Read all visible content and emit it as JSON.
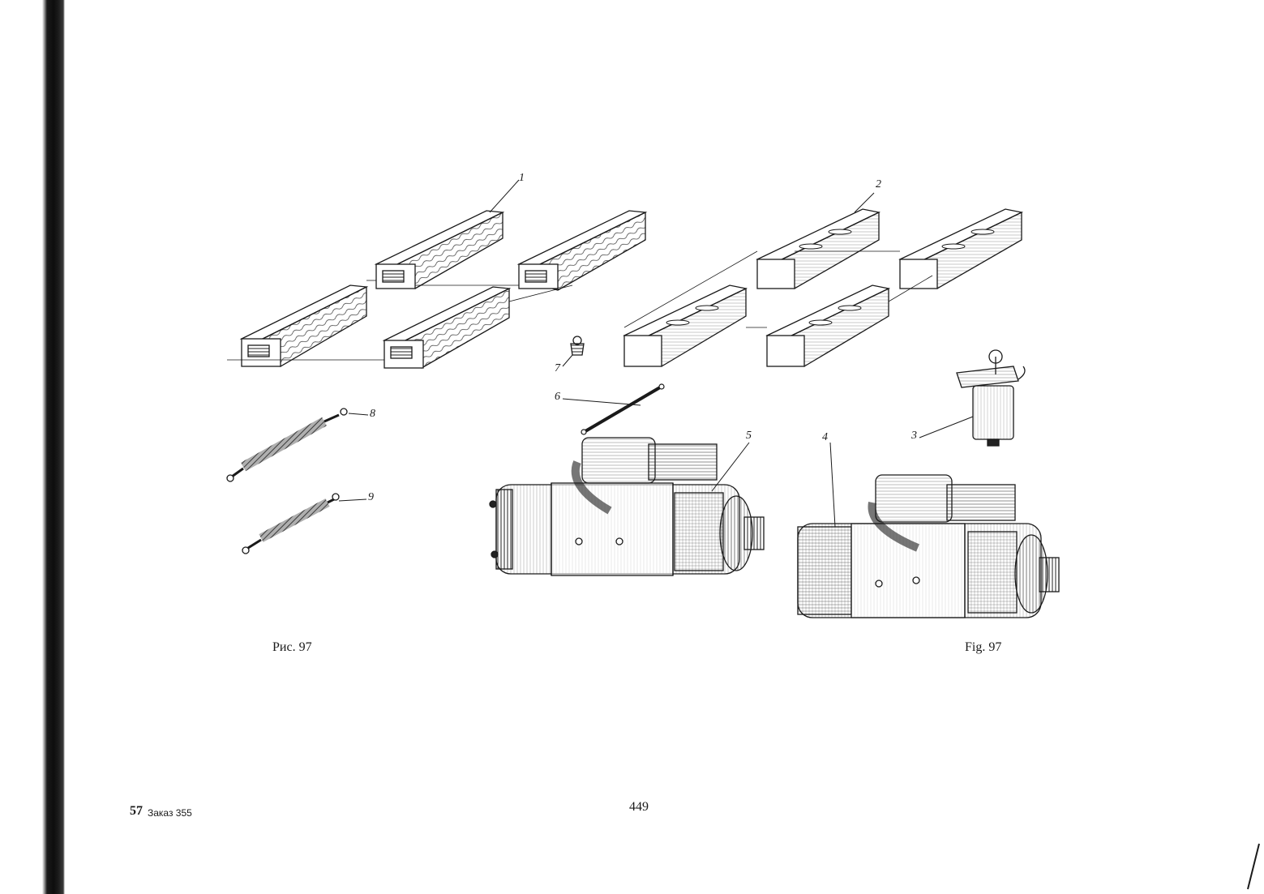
{
  "figure": {
    "callouts": [
      "1",
      "2",
      "3",
      "4",
      "5",
      "6",
      "7",
      "8",
      "9"
    ],
    "caption_ru": "Рис. 97",
    "caption_en": "Fig. 97"
  },
  "footer": {
    "sheet_number": "57",
    "order_label": "Заказ 355",
    "page_number": "449"
  },
  "colors": {
    "ink": "#1a1a1a",
    "paper": "#ffffff",
    "binding": "#111111"
  }
}
